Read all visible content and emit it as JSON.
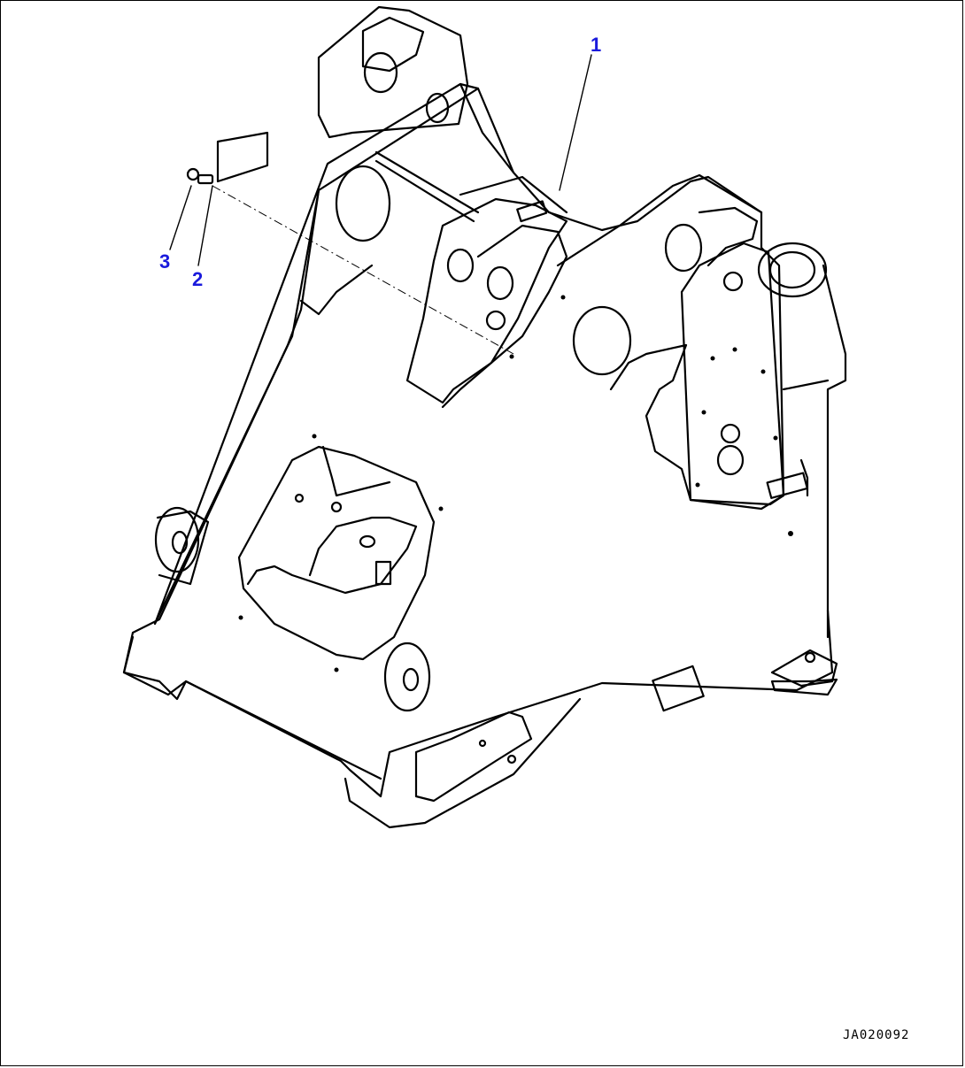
{
  "callouts": [
    {
      "id": "1",
      "label": "1"
    },
    {
      "id": "2",
      "label": "2"
    },
    {
      "id": "3",
      "label": "3"
    }
  ],
  "drawing_code": "JA020092",
  "colors": {
    "callout": "#1a1adc",
    "line": "#000000",
    "background": "#ffffff"
  }
}
